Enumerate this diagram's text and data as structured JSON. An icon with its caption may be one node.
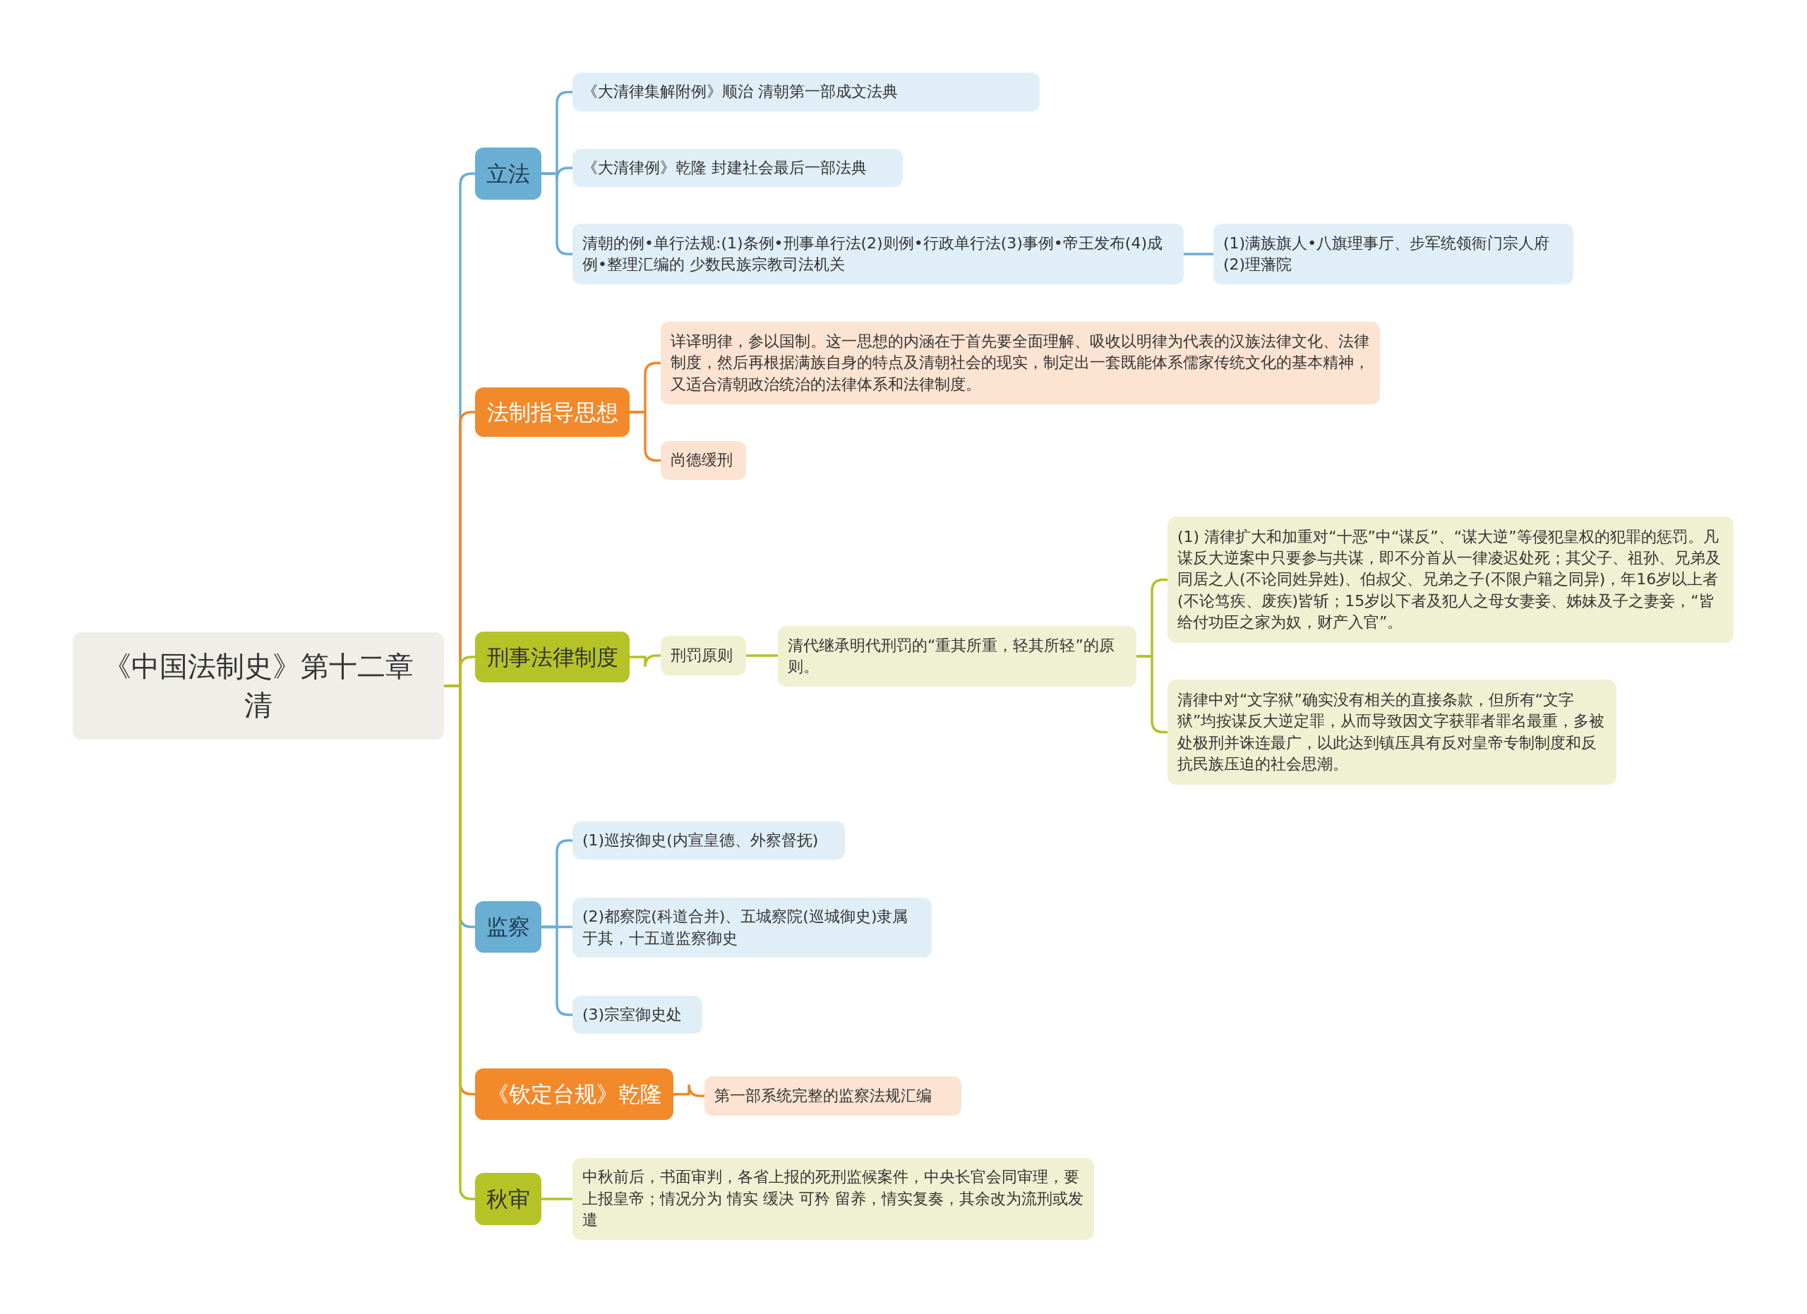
{
  "diagram": {
    "nodes": [
      {
        "text": [
          "《中国法制史》第十二章清"
        ]
      },
      {
        "text": [
          "立法"
        ]
      },
      {
        "text": [
          "《大清律集解附例》顺治 清朝第一部成文法典"
        ]
      },
      {
        "text": [
          "《大清律例》乾隆 封建社会最后一部法典"
        ]
      },
      {
        "text": [
          "清朝的例•单行法规:(1)条例•刑事单行法(2)则例•行政单行法(3)事例•帝王发布(4)成例•整理汇编的 少数民族宗教司法机关"
        ]
      },
      {
        "text": [
          "(1)满族旗人•八旗理事厅、步军统领衙门宗人府 (2)理藩院"
        ]
      },
      {
        "text": [
          "法制指导思想"
        ]
      },
      {
        "text": [
          "详译明律，参以国制。这一思想的内涵在于首先要全面理解、吸收以明律为代表的汉族法律文化、法律制度，然后再根据满族自身的特点及清朝社会的现实，制定出一套既能体系儒家传统文化的基本精神，又适合清朝政治统治的法律体系和法律制度。"
        ]
      },
      {
        "text": [
          "尚德缓刑"
        ]
      },
      {
        "text": [
          "刑事法律制度"
        ]
      },
      {
        "text": [
          "刑罚原则"
        ]
      },
      {
        "text": [
          "清代继承明代刑罚的“重其所重，轻其所轻”的原则。"
        ]
      },
      {
        "text": [
          "(1) 清律扩大和加重对“十恶”中“谋反”、“谋大逆”等侵犯皇权的犯罪的惩罚。凡谋反大逆案中只要参与共谋，即不分首从一律凌迟处死；其父子、祖孙、兄弟及同居之人(不论同姓异姓)、伯叔父、兄弟之子(不限户籍之同异)，年16岁以上者(不论笃疾、废疾)皆斩；15岁以下者及犯人之母女妻妾、姊妹及子之妻妾，“皆给付功臣之家为奴，财产入官”。"
        ]
      },
      {
        "text": [
          "清律中对“文字狱”确实没有相关的直接条款，但所有“文字狱”均按谋反大逆定罪，从而导致因文字获罪者罪名最重，多被处极刑并诛连最广，以此达到镇压具有反对皇帝专制制度和反抗民族压迫的社会思潮。"
        ]
      },
      {
        "text": [
          "监察"
        ]
      },
      {
        "text": [
          "(1)巡按御史(内宣皇德、外察督抚)"
        ]
      },
      {
        "text": [
          "(2)都察院(科道合并)、五城察院(巡城御史)隶属于其，十五道监察御史"
        ]
      },
      {
        "text": [
          "(3)宗室御史处"
        ]
      },
      {
        "text": [
          "《钦定台规》乾隆"
        ]
      },
      {
        "text": [
          "第一部系统完整的监察法规汇编"
        ]
      },
      {
        "text": [
          "秋审"
        ]
      },
      {
        "text": [
          "中秋前后，书面审判，各省上报的死刑监候案件，中央长官会同审理，要上报皇帝；情况分为 情实 缓决 可矜 留养，情实复奏，其余改为流刑或发遣"
        ]
      }
    ],
    "edges": [
      {
        "from": 0,
        "to": 1,
        "arrow": "none"
      },
      {
        "from": 1,
        "to": 2,
        "arrow": "none"
      },
      {
        "from": 1,
        "to": 3,
        "arrow": "none"
      },
      {
        "from": 1,
        "to": 4,
        "arrow": "none"
      },
      {
        "from": 4,
        "to": 5,
        "arrow": "none"
      },
      {
        "from": 0,
        "to": 6,
        "arrow": "none",
        "color": "#f0872a"
      },
      {
        "from": 6,
        "to": 7,
        "arrow": "none",
        "color": "#f0872a"
      },
      {
        "from": 6,
        "to": 8,
        "arrow": "none",
        "color": "#f0872a"
      },
      {
        "from": 0,
        "to": 9,
        "arrow": "none",
        "color": "#b3c224"
      },
      {
        "from": 9,
        "to": 10,
        "arrow": "none",
        "color": "#b3c224"
      },
      {
        "from": 10,
        "to": 11,
        "arrow": "none",
        "color": "#b3c224"
      },
      {
        "from": 11,
        "to": 12,
        "arrow": "none",
        "color": "#b3c224"
      },
      {
        "from": 11,
        "to": 13,
        "arrow": "none",
        "color": "#b3c224"
      },
      {
        "from": 0,
        "to": 14,
        "arrow": "none"
      },
      {
        "from": 14,
        "to": 15,
        "arrow": "none"
      },
      {
        "from": 14,
        "to": 16,
        "arrow": "none"
      },
      {
        "from": 14,
        "to": 17,
        "arrow": "none"
      },
      {
        "from": 0,
        "to": 18,
        "arrow": "none",
        "color": "#f0872a"
      },
      {
        "from": 18,
        "to": 19,
        "arrow": "none",
        "color": "#f0872a"
      },
      {
        "from": 0,
        "to": 20,
        "arrow": "none",
        "color": "#b3c224"
      },
      {
        "from": 20,
        "to": 21,
        "arrow": "none",
        "color": "#b3c224"
      }
    ]
  }
}
